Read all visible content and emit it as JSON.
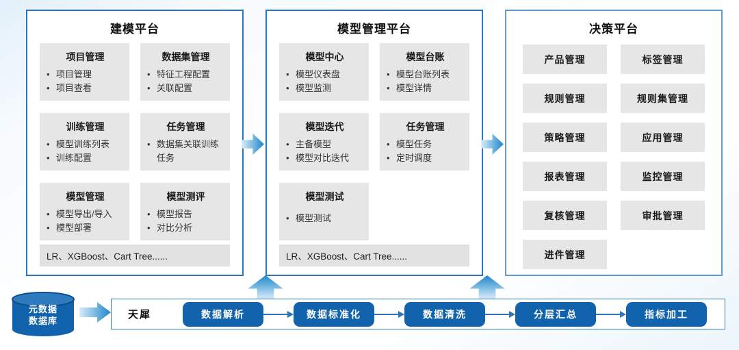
{
  "diagram": {
    "panels": [
      {
        "title": "建模平台",
        "cards": [
          {
            "title": "项目管理",
            "items": [
              "项目管理",
              "项目查看"
            ]
          },
          {
            "title": "数据集管理",
            "items": [
              "特征工程配置",
              "关联配置"
            ]
          },
          {
            "title": "训练管理",
            "items": [
              "模型训练列表",
              "训练配置"
            ]
          },
          {
            "title": "任务管理",
            "items": [
              "数据集关联训练任务"
            ]
          },
          {
            "title": "模型管理",
            "items": [
              "模型导出/导入",
              "模型部署"
            ]
          },
          {
            "title": "模型测评",
            "items": [
              "模型报告",
              "对比分析"
            ]
          }
        ],
        "footer": "LR、XGBoost、Cart Tree......"
      },
      {
        "title": "模型管理平台",
        "cards": [
          {
            "title": "模型中心",
            "items": [
              "模型仪表盘",
              "模型监测"
            ]
          },
          {
            "title": "模型台账",
            "items": [
              "模型台账列表",
              "模型详情"
            ]
          },
          {
            "title": "模型迭代",
            "items": [
              "主备模型",
              "模型对比迭代"
            ]
          },
          {
            "title": "任务管理",
            "items": [
              "模型任务",
              "定时调度"
            ]
          },
          {
            "title": "模型测试",
            "items": [
              "模型测试"
            ]
          }
        ],
        "footer": "LR、XGBoost、Cart Tree......"
      },
      {
        "title": "决策平台",
        "boxes": [
          "产品管理",
          "标签管理",
          "规则管理",
          "规则集管理",
          "策略管理",
          "应用管理",
          "报表管理",
          "监控管理",
          "复核管理",
          "审批管理",
          "进件管理"
        ]
      }
    ],
    "pipeline": {
      "database": {
        "line1": "元数据",
        "line2": "数据库"
      },
      "engine": "天犀",
      "steps": [
        "数据解析",
        "数据标准化",
        "数据清洗",
        "分层汇总",
        "指标加工"
      ]
    },
    "colors": {
      "accent_blue": "#1163AD",
      "panel_border": "#2E75B6",
      "decision_panel_border": "#5B9BD5",
      "card_bg": "#E6E6E6",
      "arrow_gradient_light": "#D9EDFA",
      "arrow_gradient_dark": "#1C86CB"
    }
  }
}
